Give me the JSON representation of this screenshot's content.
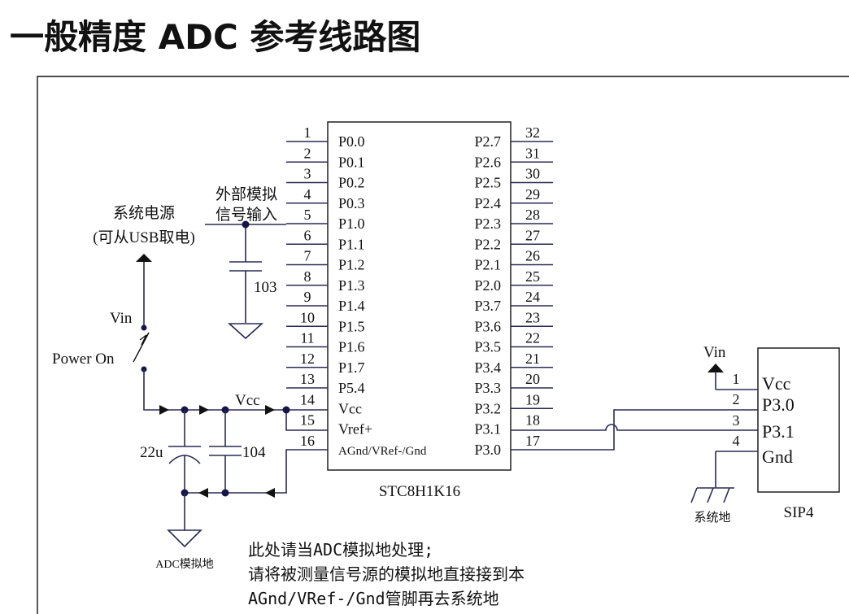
{
  "title": "一般精度 ADC 参考线路图",
  "chip": {
    "name": "STC8H1K16",
    "left_pins": [
      {
        "num": "1",
        "name": "P0.0"
      },
      {
        "num": "2",
        "name": "P0.1"
      },
      {
        "num": "3",
        "name": "P0.2"
      },
      {
        "num": "4",
        "name": "P0.3"
      },
      {
        "num": "5",
        "name": "P1.0"
      },
      {
        "num": "6",
        "name": "P1.1"
      },
      {
        "num": "7",
        "name": "P1.2"
      },
      {
        "num": "8",
        "name": "P1.3"
      },
      {
        "num": "9",
        "name": "P1.4"
      },
      {
        "num": "10",
        "name": "P1.5"
      },
      {
        "num": "11",
        "name": "P1.6"
      },
      {
        "num": "12",
        "name": "P1.7"
      },
      {
        "num": "13",
        "name": "P5.4"
      },
      {
        "num": "14",
        "name": "Vcc"
      },
      {
        "num": "15",
        "name": "Vref+"
      },
      {
        "num": "16",
        "name": "AGnd/VRef-/Gnd"
      }
    ],
    "right_pins": [
      {
        "num": "32",
        "name": "P2.7"
      },
      {
        "num": "31",
        "name": "P2.6"
      },
      {
        "num": "30",
        "name": "P2.5"
      },
      {
        "num": "29",
        "name": "P2.4"
      },
      {
        "num": "28",
        "name": "P2.3"
      },
      {
        "num": "27",
        "name": "P2.2"
      },
      {
        "num": "26",
        "name": "P2.1"
      },
      {
        "num": "25",
        "name": "P2.0"
      },
      {
        "num": "24",
        "name": "P3.7"
      },
      {
        "num": "23",
        "name": "P3.6"
      },
      {
        "num": "22",
        "name": "P3.5"
      },
      {
        "num": "21",
        "name": "P3.4"
      },
      {
        "num": "20",
        "name": "P3.3"
      },
      {
        "num": "19",
        "name": "P3.2"
      },
      {
        "num": "18",
        "name": "P3.1"
      },
      {
        "num": "17",
        "name": "P3.0"
      }
    ]
  },
  "analog_input": {
    "line1": "外部模拟",
    "line2": "信号输入",
    "cap": "103"
  },
  "power": {
    "line1": "系统电源",
    "line2": "(可从USB取电)",
    "vin": "Vin",
    "switch": "Power On",
    "vcc": "Vcc",
    "cap1": "22u",
    "cap2": "104",
    "ground": "ADC模拟地"
  },
  "sip4": {
    "name": "SIP4",
    "vin": "Vin",
    "ground": "系统地",
    "pins": [
      {
        "num": "1",
        "name": "Vcc"
      },
      {
        "num": "2",
        "name": "P3.0"
      },
      {
        "num": "3",
        "name": "P3.1"
      },
      {
        "num": "4",
        "name": "Gnd"
      }
    ]
  },
  "note": [
    "此处请当ADC模拟地处理;",
    "请将被测量信号源的模拟地直接接到本",
    "AGnd/VRef-/Gnd管脚再去系统地"
  ]
}
